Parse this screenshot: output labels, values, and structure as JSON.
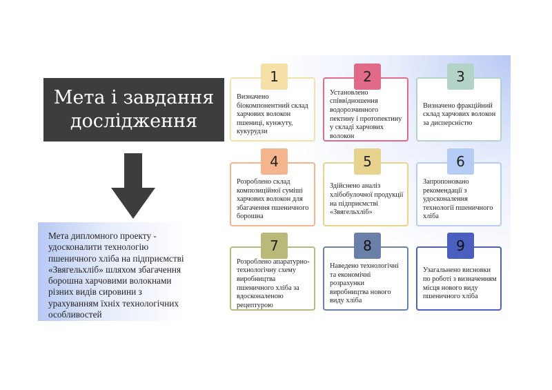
{
  "title": "Мета і завдання дослідження",
  "goal_text": "Мета дипломного проекту - удосконалити технологію пшеничного хліба на підприємстві «Звягельхліб» шляхом збагачення борошна харчовими волокнами різних видів сировини з урахуванням їхніх технологічних особливостей",
  "tasks": [
    {
      "number": "1",
      "text": "Визначено біокомпонентний склад харчових волокон пшениці, кунжуту, кукурудзи",
      "color": "#f5e0a8"
    },
    {
      "number": "2",
      "text": "Установлено співвідношення водорозчинного пектину і протопектину у складі харчових волокон",
      "color": "#e06a88"
    },
    {
      "number": "3",
      "text": "Визначено фракційний склад харчових волокон за дисперсністю",
      "color": "#b3d3c6"
    },
    {
      "number": "4",
      "text": "Розроблено склад композиційної суміші харчових волокон для збагачення пшеничного борошна",
      "color": "#f4b48c"
    },
    {
      "number": "5",
      "text": "Здійснено аналіз хлібобулочної продукції на підприємстві «Звягельхліб»",
      "color": "#e8d38e"
    },
    {
      "number": "6",
      "text": "Запропоновано рекомендації з удосконалення технології пшеничного хліба",
      "color": "#b5cdf5"
    },
    {
      "number": "7",
      "text": "Розроблено апаратурно-технологічну схему виробництва пшеничного хліба за вдосконаленою рецептурою",
      "color": "#b9b97a"
    },
    {
      "number": "8",
      "text": "Наведено технологічні та економічні розрахунки виробництва нового виду хліба",
      "color": "#6a80a8"
    },
    {
      "number": "9",
      "text": "Узагальнено висновки по роботі з визначенням місця нового виду пшеничного хліба",
      "color": "#4a5fbf"
    }
  ]
}
